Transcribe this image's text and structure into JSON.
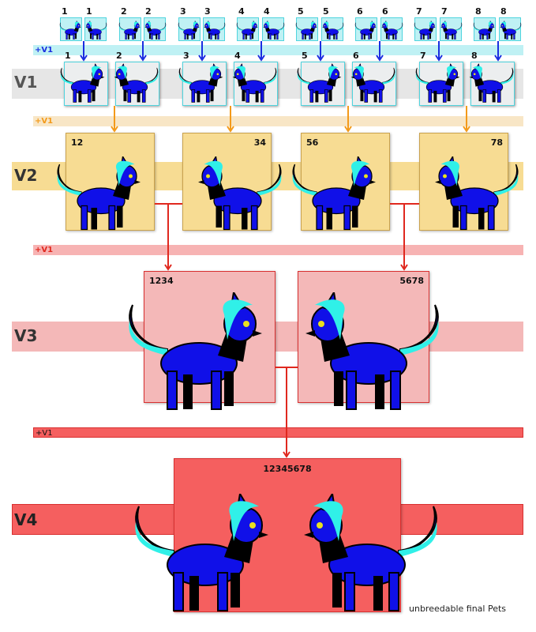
{
  "tiers": {
    "tiny_labels": [
      "1",
      "1",
      "2",
      "2",
      "3",
      "3",
      "4",
      "4",
      "5",
      "5",
      "6",
      "6",
      "7",
      "7",
      "8",
      "8"
    ],
    "plus_v1_bars": [
      "+V1",
      "+V1",
      "+V1",
      "+V1"
    ],
    "v1": {
      "label": "V1",
      "box_labels": [
        "1",
        "2",
        "3",
        "4",
        "5",
        "6",
        "7",
        "8"
      ]
    },
    "v2": {
      "label": "V2",
      "box_labels": [
        "12",
        "34",
        "56",
        "78"
      ]
    },
    "v3": {
      "label": "V3",
      "box_labels": [
        "1234",
        "5678"
      ]
    },
    "v4": {
      "label": "V4",
      "box_label": "12345678"
    }
  },
  "footer_note": "unbreedable final Pets",
  "colors": {
    "cyan": "#bff1f4",
    "blue_arrow": "#1a2ee0",
    "orange": "#f39a1a",
    "peach": "#f8e6c6",
    "yellow": "#f7dc93",
    "pink": "#f4b8b8",
    "red": "#f55f5f",
    "connector_red": "#e0281e",
    "pet_blue": "#1010e8",
    "pet_hair": "#30f0e8"
  }
}
